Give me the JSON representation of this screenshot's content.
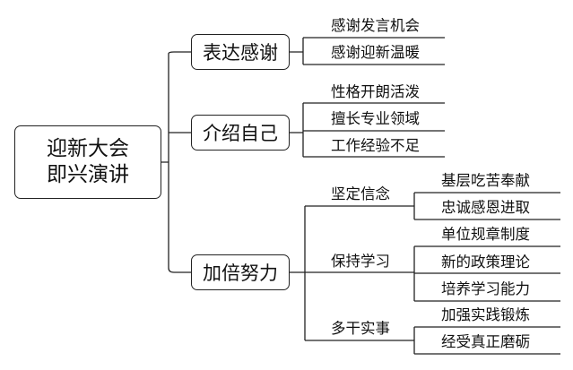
{
  "root": {
    "line1": "迎新大会",
    "line2": "即兴演讲"
  },
  "branches": [
    {
      "label": "表达感谢",
      "items": [
        "感谢发言机会",
        "感谢迎新温暖"
      ]
    },
    {
      "label": "介绍自己",
      "items": [
        "性格开朗活泼",
        "擅长专业领域",
        "工作经验不足"
      ]
    },
    {
      "label": "加倍努力",
      "groups": [
        {
          "label": "坚定信念",
          "items": [
            "基层吃苦奉献",
            "忠诚感恩进取"
          ]
        },
        {
          "label": "保持学习",
          "items": [
            "单位规章制度",
            "新的政策理论",
            "培养学习能力"
          ]
        },
        {
          "label": "多干实事",
          "items": [
            "加强实践锻炼",
            "经受真正磨砺"
          ]
        }
      ]
    }
  ]
}
